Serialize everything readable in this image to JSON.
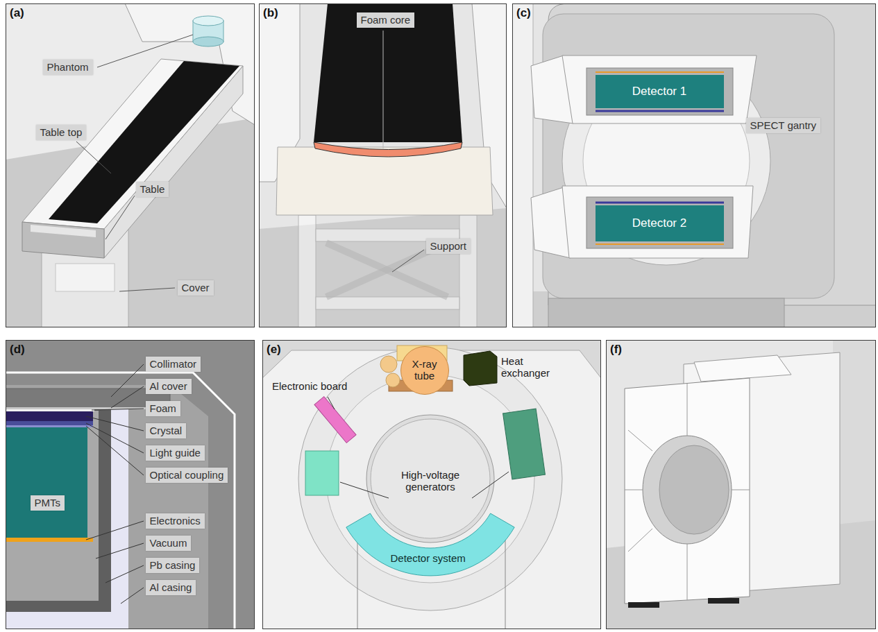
{
  "diagram": {
    "nodes": [
      {
        "text": [
          "(a)"
        ]
      },
      {
        "text": [
          "Phantom"
        ],
        "in": 0
      },
      {
        "text": [
          "Table top"
        ],
        "in": 0
      },
      {
        "text": [
          "Table"
        ],
        "in": 0
      },
      {
        "text": [
          "Cover"
        ],
        "in": 0
      },
      {
        "text": [
          "(b)"
        ]
      },
      {
        "text": [
          "Foam core"
        ],
        "in": 5
      },
      {
        "text": [
          "Support"
        ],
        "in": 5
      },
      {
        "text": [
          "(c)"
        ]
      },
      {
        "text": [
          "Detector 1"
        ],
        "in": 8
      },
      {
        "text": [
          "SPECT gantry"
        ],
        "in": 8
      },
      {
        "text": [
          "Detector 2"
        ],
        "in": 8
      },
      {
        "text": [
          "(d)"
        ]
      },
      {
        "text": [
          "Collimator"
        ],
        "in": 12
      },
      {
        "text": [
          "Al cover"
        ],
        "in": 12
      },
      {
        "text": [
          "Foam"
        ],
        "in": 12
      },
      {
        "text": [
          "Crystal"
        ],
        "in": 12
      },
      {
        "text": [
          "Light guide"
        ],
        "in": 12
      },
      {
        "text": [
          "Optical coupling"
        ],
        "in": 12
      },
      {
        "text": [
          "PMTs"
        ],
        "in": 12
      },
      {
        "text": [
          "Electronics"
        ],
        "in": 12
      },
      {
        "text": [
          "Vacuum"
        ],
        "in": 12
      },
      {
        "text": [
          "Pb casing"
        ],
        "in": 12
      },
      {
        "text": [
          "Al casing"
        ],
        "in": 12
      },
      {
        "text": [
          "(e)"
        ]
      },
      {
        "text": [
          "X-ray tube"
        ],
        "in": 24
      },
      {
        "text": [
          "Detector system"
        ],
        "in": 24
      },
      {
        "text": [
          "(f)"
        ]
      }
    ],
    "labels": [
      "Electronic board",
      "Heat exchanger",
      "High-voltage generators"
    ]
  }
}
